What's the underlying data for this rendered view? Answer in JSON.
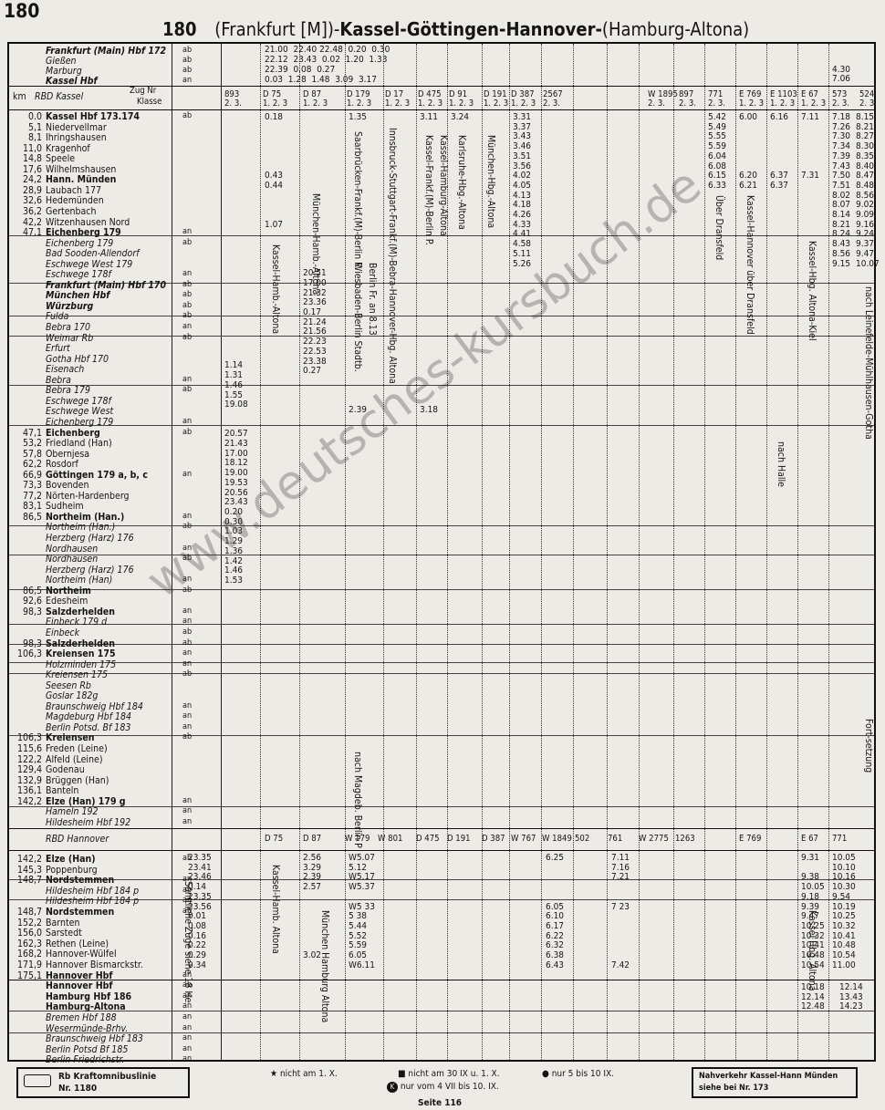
{
  "page_number": "180",
  "title": {
    "number": "180",
    "prefix": "(Frankfurt [M])-",
    "main": "Kassel-Göttingen-Hannover-",
    "suffix": "(Hamburg-Altona)"
  },
  "header": {
    "km_label": "km",
    "rbd": "RBD Kassel",
    "zug_nr": "Zug Nr",
    "klasse": "Klasse",
    "trains": [
      "893",
      "D 75",
      "D 87",
      "D 179",
      "D 17",
      "D 475",
      "D 91",
      "D 191",
      "D 387",
      "2567",
      "W 1895",
      "897",
      "771",
      "E 769",
      "E 1103",
      "E 67",
      "573",
      "524"
    ],
    "classes": [
      "2. 3.",
      "1. 2. 3",
      "1. 2. 3",
      "1. 2. 3",
      "1. 2. 3",
      "1. 2. 3",
      "1. 2. 3",
      "1. 2. 3",
      "1. 2. 3",
      "2. 3.",
      "2. 3.",
      "2. 3.",
      "2. 3.",
      "1. 2. 3",
      "1. 2. 3",
      "1. 2. 3",
      "2. 3.",
      "2. 3."
    ]
  },
  "top_rows": [
    {
      "station": "Frankfurt (Main) Hbf 172",
      "flag": "ab",
      "times": "21.00  22.40 22.48  0.20  0.30"
    },
    {
      "station": "Gießen",
      "flag": "ab",
      "times": "22.12  23.43  0.02  1.20  1.33"
    },
    {
      "station": "Marburg",
      "flag": "ab",
      "times": "22.39  0.08  0.27"
    },
    {
      "station": "Kassel Hbf",
      "flag": "an",
      "times": "0.03  1.28  1.48  3.09  3.17"
    }
  ],
  "top_right_times": [
    "4.30",
    "7.06"
  ],
  "sections": [
    {
      "km": "0.0",
      "station": "Kassel Hbf 173.174",
      "flag": "ab",
      "bold": true
    },
    {
      "km": "5,1",
      "station": "Niedervellmar",
      "flag": ""
    },
    {
      "km": "8,1",
      "station": "Ihringshausen",
      "flag": ""
    },
    {
      "km": "11,0",
      "station": "Kragenhof",
      "flag": ""
    },
    {
      "km": "14,8",
      "station": "Speele",
      "flag": ""
    },
    {
      "km": "17,6",
      "station": "Wilhelmshausen",
      "flag": ""
    },
    {
      "km": "24,2",
      "station": "Hann. Münden",
      "flag": "",
      "bold": true
    },
    {
      "km": "28,9",
      "station": "Laubach 177",
      "flag": ""
    },
    {
      "km": "32,6",
      "station": "Hedemünden",
      "flag": ""
    },
    {
      "km": "36,2",
      "station": "Gertenbach",
      "flag": ""
    },
    {
      "km": "42,2",
      "station": "Witzenhausen Nord",
      "flag": ""
    },
    {
      "km": "47,1",
      "station": "Eichenberg 179",
      "flag": "an",
      "bold": true
    },
    {
      "km": "",
      "station": "Eichenberg 179",
      "flag": "ab",
      "it": true
    },
    {
      "km": "",
      "station": "Bad Sooden-Allendorf",
      "flag": "",
      "it": true
    },
    {
      "km": "",
      "station": "Eschwege West 179",
      "flag": "",
      "it": true
    },
    {
      "km": "",
      "station": "Eschwege 178f",
      "flag": "an",
      "it": true
    },
    {
      "km": "",
      "station": "Frankfurt (Main) Hbf 170",
      "flag": "ab",
      "it": true,
      "bold": true
    },
    {
      "km": "",
      "station": "München Hbf",
      "flag": "ab",
      "it": true,
      "bold": true
    },
    {
      "km": "",
      "station": "Würzburg",
      "flag": "ab",
      "it": true,
      "bold": true
    },
    {
      "km": "",
      "station": "Fulda",
      "flag": "ab",
      "it": true
    },
    {
      "km": "",
      "station": "Bebra 170",
      "flag": "an",
      "it": true
    },
    {
      "km": "",
      "station": "Weimar Rb",
      "flag": "ab",
      "it": true
    },
    {
      "km": "",
      "station": "Erfurt",
      "flag": "",
      "it": true
    },
    {
      "km": "",
      "station": "Gotha Hbf 170",
      "flag": "",
      "it": true
    },
    {
      "km": "",
      "station": "Eisenach",
      "flag": "",
      "it": true
    },
    {
      "km": "",
      "station": "Bebra",
      "flag": "an",
      "it": true
    },
    {
      "km": "",
      "station": "Bebra 179",
      "flag": "ab",
      "it": true
    },
    {
      "km": "",
      "station": "Eschwege 178f",
      "flag": "",
      "it": true
    },
    {
      "km": "",
      "station": "Eschwege West",
      "flag": "",
      "it": true
    },
    {
      "km": "",
      "station": "Eichenberg 179",
      "flag": "an",
      "it": true
    },
    {
      "km": "47,1",
      "station": "Eichenberg",
      "flag": "ab",
      "bold": true
    },
    {
      "km": "53,2",
      "station": "Friedland (Han)",
      "flag": ""
    },
    {
      "km": "57,8",
      "station": "Obernjesa",
      "flag": ""
    },
    {
      "km": "62,2",
      "station": "Rosdorf",
      "flag": ""
    },
    {
      "km": "66,9",
      "station": "Göttingen 179 a, b, c",
      "flag": "an",
      "bold": true
    },
    {
      "km": "73,3",
      "station": "Bovenden",
      "flag": ""
    },
    {
      "km": "77,2",
      "station": "Nörten-Hardenberg",
      "flag": ""
    },
    {
      "km": "83,1",
      "station": "Sudheim",
      "flag": ""
    },
    {
      "km": "86,5",
      "station": "Northeim (Han.)",
      "flag": "an",
      "bold": true
    },
    {
      "km": "",
      "station": "Northeim (Han.)",
      "flag": "ab",
      "it": true
    },
    {
      "km": "",
      "station": "Herzberg (Harz) 176",
      "flag": "",
      "it": true
    },
    {
      "km": "",
      "station": "Nordhausen",
      "flag": "an",
      "it": true
    },
    {
      "km": "",
      "station": "Nordhausen",
      "flag": "ab",
      "it": true
    },
    {
      "km": "",
      "station": "Herzberg (Harz) 176",
      "flag": "",
      "it": true
    },
    {
      "km": "",
      "station": "Northeim (Han)",
      "flag": "an",
      "it": true
    },
    {
      "km": "86,5",
      "station": "Northeim",
      "flag": "ab",
      "bold": true
    },
    {
      "km": "92,6",
      "station": "Edesheim",
      "flag": ""
    },
    {
      "km": "98,3",
      "station": "Salzderhelden",
      "flag": "an",
      "bold": true
    },
    {
      "km": "",
      "station": "Einbeck 179 d",
      "flag": "an",
      "it": true
    },
    {
      "km": "",
      "station": "Einbeck",
      "flag": "ab",
      "it": true
    },
    {
      "km": "98,3",
      "station": "Salzderhelden",
      "flag": "ab",
      "bold": true
    },
    {
      "km": "106,3",
      "station": "Kreiensen 175",
      "flag": "an",
      "bold": true
    },
    {
      "km": "",
      "station": "Holzminden 175",
      "flag": "an",
      "it": true
    },
    {
      "km": "",
      "station": "Kreiensen 175",
      "flag": "ab",
      "it": true
    },
    {
      "km": "",
      "station": "Seesen Rb",
      "flag": "",
      "it": true
    },
    {
      "km": "",
      "station": "Goslar 182g",
      "flag": "",
      "it": true
    },
    {
      "km": "",
      "station": "Braunschweig Hbf 184",
      "flag": "an",
      "it": true
    },
    {
      "km": "",
      "station": "Magdeburg Hbf 184",
      "flag": "an",
      "it": true
    },
    {
      "km": "",
      "station": "Berlin Potsd. Bf 183",
      "flag": "an",
      "it": true
    },
    {
      "km": "106,3",
      "station": "Kreiensen",
      "flag": "ab",
      "bold": true
    },
    {
      "km": "115,6",
      "station": "Freden (Leine)",
      "flag": ""
    },
    {
      "km": "122,2",
      "station": "Alfeld (Leine)",
      "flag": ""
    },
    {
      "km": "129,4",
      "station": "Godenau",
      "flag": ""
    },
    {
      "km": "132,9",
      "station": "Brüggen (Han)",
      "flag": ""
    },
    {
      "km": "136,1",
      "station": "Banteln",
      "flag": ""
    },
    {
      "km": "142,2",
      "station": "Elze (Han) 179 g",
      "flag": "an",
      "bold": true
    },
    {
      "km": "",
      "station": "Hameln 192",
      "flag": "an",
      "it": true
    },
    {
      "km": "",
      "station": "Hildesheim Hbf 192",
      "flag": "an",
      "it": true
    }
  ],
  "mid_header": {
    "rbd": "RBD Hannover",
    "trains": [
      "D 75",
      "D 87",
      "W 179",
      "W 801",
      "D 475",
      "D 191",
      "D 387",
      "W 767",
      "W 1849",
      "502",
      "761",
      "W 2775",
      "1263",
      "E 769",
      "E 67",
      "771"
    ]
  },
  "lower_sections": [
    {
      "km": "142,2",
      "station": "Elze (Han)",
      "flag": "ab",
      "bold": true
    },
    {
      "km": "145,3",
      "station": "Poppenburg",
      "flag": ""
    },
    {
      "km": "148,7",
      "station": "Nordstemmen",
      "flag": "an",
      "bold": true
    },
    {
      "km": "",
      "station": "Hildesheim Hbf 184 p",
      "flag": "ab",
      "it": true
    },
    {
      "km": "",
      "station": "Hildesheim Hbf 184 p",
      "flag": "an",
      "it": true
    },
    {
      "km": "148,7",
      "station": "Nordstemmen",
      "flag": "ab",
      "bold": true
    },
    {
      "km": "152,2",
      "station": "Barnten",
      "flag": ""
    },
    {
      "km": "156,0",
      "station": "Sarstedt",
      "flag": ""
    },
    {
      "km": "162,3",
      "station": "Rethen (Leine)",
      "flag": ""
    },
    {
      "km": "168,2",
      "station": "Hannover-Wülfel",
      "flag": ""
    },
    {
      "km": "171,9",
      "station": "Hannover Bismarckstr.",
      "flag": ""
    },
    {
      "km": "175,1",
      "station": "Hannover Hbf",
      "flag": "an",
      "bold": true
    },
    {
      "km": "",
      "station": "Hannover Hbf",
      "flag": "ab",
      "bold": true
    },
    {
      "km": "",
      "station": "Hamburg Hbf 186",
      "flag": "an",
      "bold": true
    },
    {
      "km": "",
      "station": "Hamburg-Altona",
      "flag": "an",
      "bold": true
    },
    {
      "km": "",
      "station": "Bremen Hbf 188",
      "flag": "an",
      "it": true
    },
    {
      "km": "",
      "station": "Wesermünde-Brhv.",
      "flag": "an",
      "it": true
    },
    {
      "km": "",
      "station": "Braunschweig Hbf 183",
      "flag": "an",
      "it": true
    },
    {
      "km": "",
      "station": "Berlin Potsd Bf 185",
      "flag": "an",
      "it": true
    },
    {
      "km": "",
      "station": "Berlin Friedrichstr.",
      "flag": "an",
      "it": true
    }
  ],
  "columns_text": {
    "c1": "\n\n\n\n\n\n\n\n\n\n\n\n1.14\n1.31\n1.46\n1.55\n19.08\n\n\n20.57\n21.43\n17.00\n18.12\n19.00\n19.53\n20.56\n23.43\n0.20\n0.30\n1.03\n1.29\n1.36\n1.42\n1.46\n1.53",
    "c2": "0.18\n\n\n\n\n\n0.43\n0.44\n\n\n\n1.07",
    "c3": "\n\n\n\n\n\n\n\n\n\n\n\n\n\n\n\n20.51\n17.00\n21.32\n23.36\n0.17\n21.24\n21.56\n22.23\n22.53\n23.38\n0.27",
    "c4": "1.35\n\n\n\n\n\n\n\n\n\n\n\n\n\n\n\n\n\n\n\n\n\n\n\n\n\n\n\n\n\n2.39",
    "c5": "3.11\n\n\n\n\n\n\n\n\n\n\n\n\n\n\n\n\n\n\n\n\n\n\n\n\n\n\n\n\n\n3.18",
    "c6": "3.24\n\n\n\n\n\n\n\n\n\n\n\n\n\n\n\n\n\n\n\n\n\n\n\n\n\n\n\n\n\n",
    "c7": "3.31\n3.37\n3.43\n3.46\n3.51\n3.56\n4.02\n4.05\n4.13\n4.18\n4.26\n4.33\n4.41\n4.58\n5.11\n5.26",
    "c8": "5.42\n5.49\n5.55\n5.59\n6.04\n6.08\n6.15\n6.33",
    "c9": "6.00\n\n\n\n\n\n6.20\n6.21",
    "c10": "6.16\n\n\n\n\n\n6.37\n6.37",
    "c11": "7.11\n\n\n\n\n\n7.31",
    "c12": "7.18\n7.26\n7.30\n7.34\n7.39\n7.43\n7.50\n7.51\n8.02\n8.07\n8.14\n8.21\n8.24\n8.43\n8.56\n9.15",
    "c13": "8.15\n8.21\n8.27\n8.30\n8.35\n8.40\n8.47\n8.48\n8.56\n9.02\n9.09\n9.16\n9.24\n9.37\n9.47\n10.07"
  },
  "lower_columns_text": {
    "l1": "23.35\n23.41\n23.46\n0.14\n23.35\n23.56\n0.01\n0.08\n0.16\n0.22\n0.29\n0.34",
    "l2": "2.56\n3.29\n2.39\n2.57\n\n\n\n\n\n\n3.02",
    "l3": "W5.07\n5.12\nW5.17\nW5.37\n\nW5 33\n5 38\n5.44\n5.52\n5.59\n6.05\nW6.11",
    "l4": "6.25\n\n\n\n\n6.05\n6.10\n6.17\n6.22\n6.32\n6.38\n6.43",
    "l5": "7.11\n7.16\n7.21\n\n\n7 23\n\n\n\n\n\n7.42",
    "l6": "9.31\n\n9.38\n10.05\n9.18\n9.39\n9.47\n10.25\n10.32\n10.41\n10.48\n10.54",
    "l7": "10.05\n10.10\n10.16\n10.30\n9.54\n10.19\n10.25\n10.32\n10.41\n10.48\n10.54\n11.00",
    "l8": "10.18\n12.14\n12.48",
    "l9": "12.14\n13.43\n14.23"
  },
  "route_labels": [
    "Kassel-Hamb.-Altona",
    "München-Hamb.-Altona",
    "Saarbrücken-Frankf.(M)-Berlin P.",
    "Innsbruck-Stuttgart-Frankf.(M)-Bebra-Hannover-Hbg. Altona",
    "Kassel-Frankf.(M)-Berlin P.",
    "Kassel-Hamburg-Altona",
    "Karlsruhe-Hbg.-Altona",
    "München-Hbg.-Altona",
    "Wiesbaden-Berlin Stadtb.",
    "Berlin Fr. an 8.13",
    "Über Dransfeld",
    "Kassel-Hannover über Dransfeld",
    "Kassel-Hbg. Altona-Kiel",
    "nach Leinefelde-Mühlhausen-Gotha",
    "nach Halle",
    "nach Magdeb. Berlin P",
    "Sämtliche Züge siehe 18 He",
    "Kassel-Hamb. Altona",
    "München Hamburg Altona",
    "Kassel Hbg. Altona",
    "Fort-setzung"
  ],
  "footer": {
    "bus_box_line1": "Rb Kraftomnibuslinie",
    "bus_box_line2": "Nr. 1180",
    "note1": "nicht am 1. X.",
    "note2": "nicht am 30 IX u. 1. X.",
    "note3": "nur 5 bis 10 IX.",
    "note4": "nur vom 4 VII bis 10. IX.",
    "note4_symbol": "K",
    "right_box_line1": "Nahverkehr Kassel-Hann Münden",
    "right_box_line2": "siehe bei Nr. 173",
    "page_footer": "Seite 116"
  },
  "watermark": "www.deutsches-kursbuch.de",
  "colors": {
    "paper": "#ecebe6",
    "ink": "#151515"
  }
}
